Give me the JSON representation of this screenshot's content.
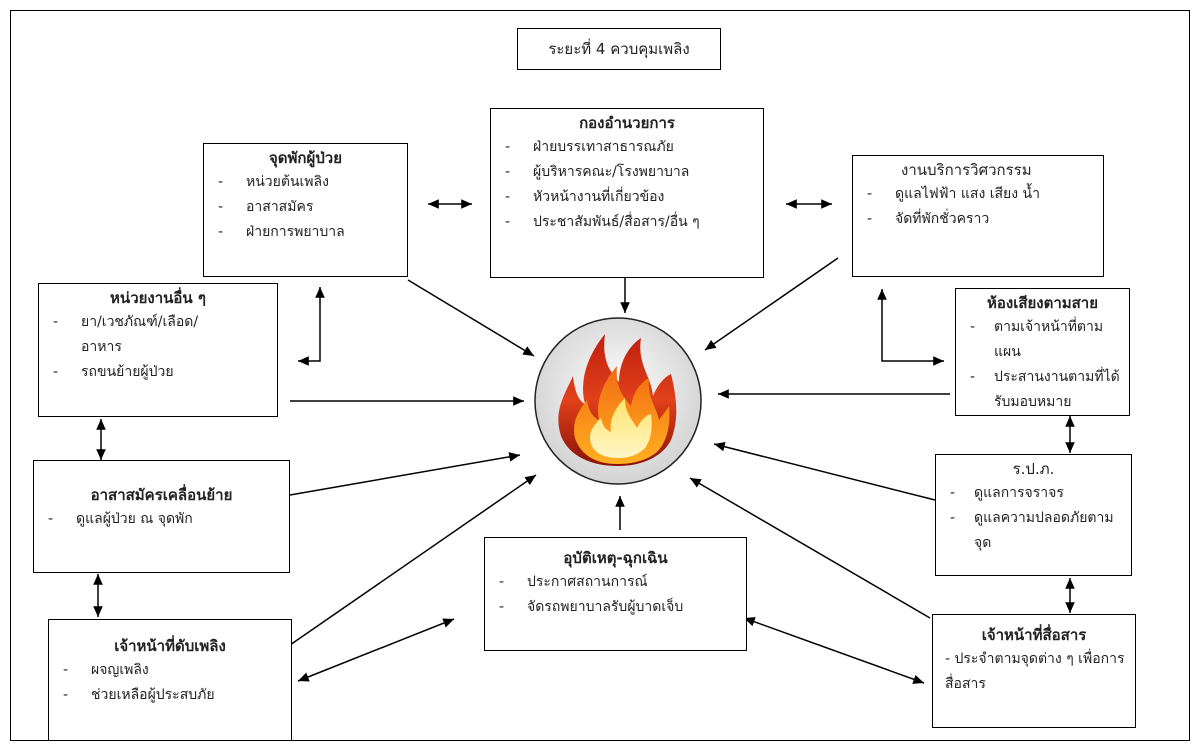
{
  "title": "ระยะที่ 4 ควบคุมเพลิง",
  "boxes": {
    "command": {
      "heading": "กองอำนวยการ",
      "items": [
        "ฝ่ายบรรเทาสาธารณภัย",
        "ผู้บริหารคณะ/โรงพยาบาล",
        "หัวหน้างานที่เกี่ยวข้อง",
        "ประชาสัมพันธ์/สื่อสาร/อื่น ๆ"
      ]
    },
    "patient_rest": {
      "heading": "จุดพักผู้ป่วย",
      "items": [
        "หน่วยต้นเพลิง",
        "อาสาสมัคร",
        "ฝ่ายการพยาบาล"
      ]
    },
    "engineering": {
      "heading": "งานบริการวิศวกรรม",
      "items": [
        "ดูแลไฟฟ้า แสง เสียง น้ำ",
        "จัดที่พักชั่วคราว"
      ]
    },
    "other_units": {
      "heading": "หน่วยงานอื่น ๆ",
      "items": [
        "ยา/เวชภัณฑ์/เลือด/อาหาร",
        "รถขนย้ายผู้ป่วย"
      ]
    },
    "pa_room": {
      "heading": "ห้องเสียงตามสาย",
      "items": [
        "ตามเจ้าหน้าที่ตามแผน",
        "ประสานงานตามที่ได้รับมอบหมาย"
      ]
    },
    "volunteers": {
      "heading": "อาสาสมัครเคลื่อนย้าย",
      "items": [
        "ดูแลผู้ป่วย ณ จุดพัก"
      ]
    },
    "security": {
      "heading": "ร.ป.ภ.",
      "items": [
        "ดูแลการจราจร",
        "ดูแลความปลอดภัยตามจุด"
      ]
    },
    "emergency": {
      "heading": "อุบัติเหตุ-ฉุกเฉิน",
      "items": [
        "ประกาศสถานการณ์",
        "จัดรถพยาบาลรับผู้บาดเจ็บ"
      ]
    },
    "firefighters": {
      "heading": "เจ้าหน้าที่ดับเพลิง",
      "items": [
        "ผจญเพลิง",
        "ช่วยเหลือผู้ประสบภัย"
      ]
    },
    "comms": {
      "heading": "เจ้าหน้าที่สื่อสาร",
      "text": "- ประจำตามจุดต่าง ๆ เพื่อการสื่อสาร"
    }
  },
  "center": {
    "icon": "fire-icon"
  },
  "colors": {
    "line": "#000000",
    "flame_outer": "#c0200f",
    "flame_mid": "#f26a12",
    "flame_inner": "#ffd23a"
  }
}
